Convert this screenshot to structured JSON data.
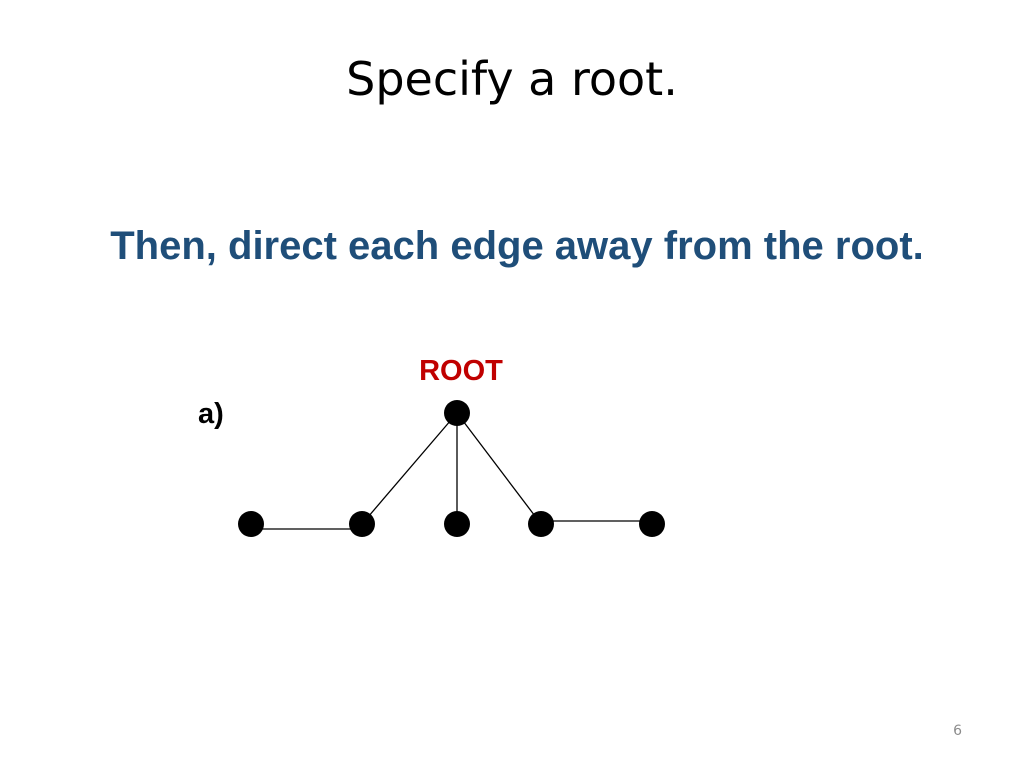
{
  "slide": {
    "title": "Specify a root.",
    "subtitle": "Then, direct each edge away from the root.",
    "page_number": "6"
  },
  "diagram": {
    "root_label": "ROOT",
    "graph_label": "a)",
    "colors": {
      "subtitle": "#1f4e79",
      "root_label": "#c00000",
      "node": "#000000",
      "edge": "#000000"
    }
  }
}
